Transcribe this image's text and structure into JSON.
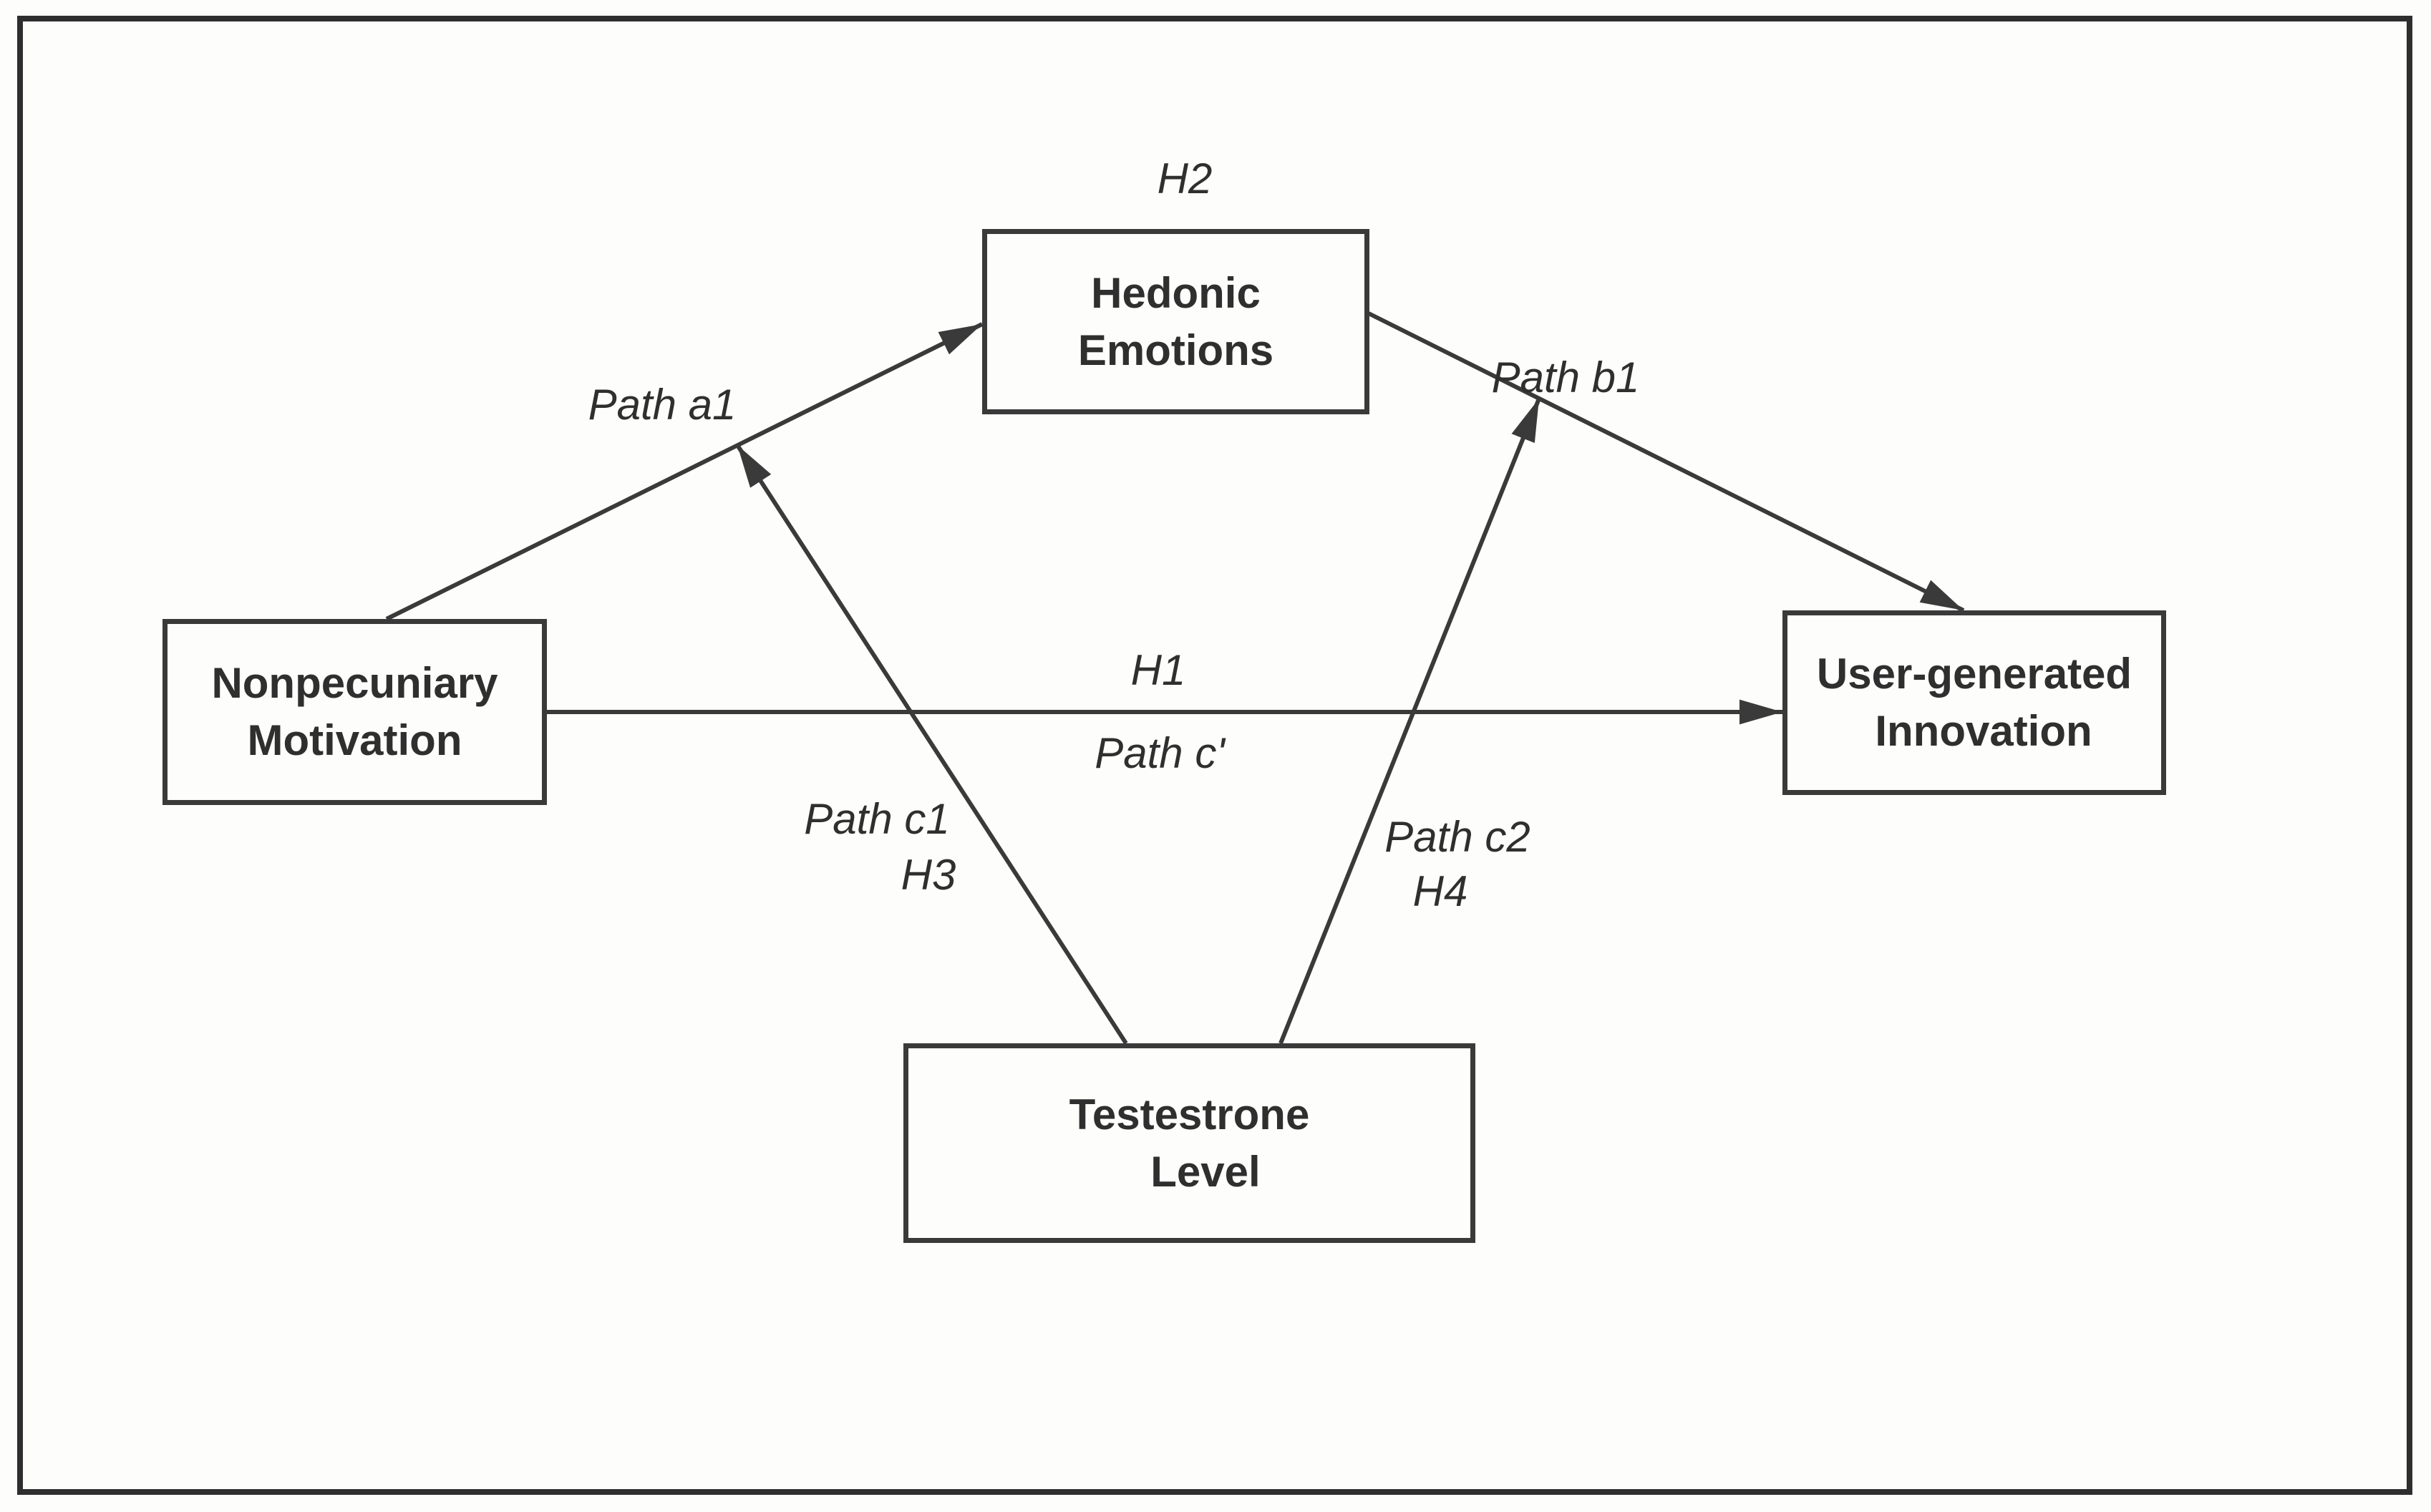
{
  "diagram": {
    "nodes": {
      "nonpecuniary": {
        "line1": "Nonpecuniary",
        "line2": "Motivation"
      },
      "hedonic": {
        "line1": "Hedonic",
        "line2": "Emotions"
      },
      "innovation": {
        "line1": "User-generated",
        "line2": "Innovation"
      },
      "testosterone": {
        "line1": "Testestrone",
        "line2": "Level"
      }
    },
    "labels": {
      "h2": "H2",
      "path_a1": "Path a1",
      "path_b1": "Path b1",
      "h1": "H1",
      "path_c_prime": "Path c'",
      "path_c1": "Path c1",
      "h3": "H3",
      "path_c2": "Path c2",
      "h4": "H4"
    },
    "colors": {
      "line": "#3a3a3a",
      "text": "#2f2f2f",
      "border": "#2e2e2e",
      "background": "#fdfdfb"
    }
  }
}
